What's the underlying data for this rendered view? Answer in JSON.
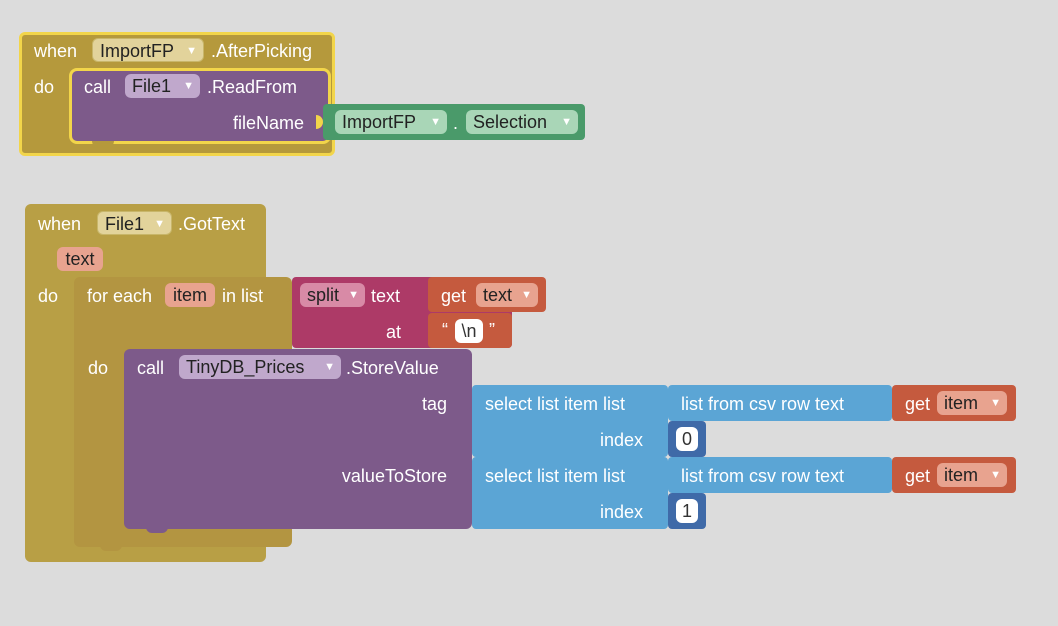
{
  "event1": {
    "when_label": "when",
    "component": "ImportFP",
    "event_name": ".AfterPicking",
    "do_label": "do",
    "call": {
      "call_label": "call",
      "component": "File1",
      "method": ".ReadFrom",
      "param_label": "fileName",
      "arg": {
        "component": "ImportFP",
        "dot": ".",
        "property": "Selection"
      }
    }
  },
  "event2": {
    "when_label": "when",
    "component": "File1",
    "event_name": ".GotText",
    "param": "text",
    "do_label": "do",
    "foreach": {
      "for_each_label": "for each",
      "var": "item",
      "in_list_label": "in list",
      "split": {
        "op": "split",
        "text_label": "text",
        "at_label": "at",
        "get_label": "get",
        "get_var": "text",
        "open_quote": "“",
        "separator": "\\n",
        "close_quote": "”"
      },
      "do_label": "do",
      "call": {
        "call_label": "call",
        "component": "TinyDB_Prices",
        "method": ".StoreValue",
        "tag_label": "tag",
        "value_label": "valueToStore",
        "tag_arg": {
          "select_label": "select list item  list",
          "index_label": "index",
          "index_value": "0",
          "csv_label": "list from csv row  text",
          "get_label": "get",
          "get_var": "item"
        },
        "value_arg": {
          "select_label": "select list item  list",
          "index_label": "index",
          "index_value": "1",
          "csv_label": "list from csv row  text",
          "get_label": "get",
          "get_var": "item"
        }
      }
    }
  },
  "colors": {
    "event": "#b5993c",
    "procedure": "#7d5a8a",
    "control": "#b39541",
    "text": "#c55a3e",
    "list": "#5ba5d5",
    "component": "#4a9a6a",
    "math": "#3f6aa8",
    "selection_outline": "#f2d54a"
  }
}
